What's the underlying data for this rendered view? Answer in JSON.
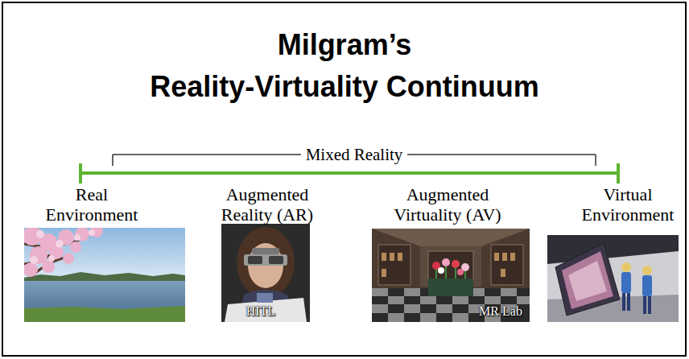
{
  "diagram": {
    "title": "Milgram’s Reality-Virtuality Continuum",
    "labels": [
      "Mixed Reality",
      "Real Environment",
      "Augmented Reality (AR)",
      "Augmented Virtuality (AV)",
      "Virtual Environment",
      "HITL",
      "MR Lab"
    ]
  }
}
